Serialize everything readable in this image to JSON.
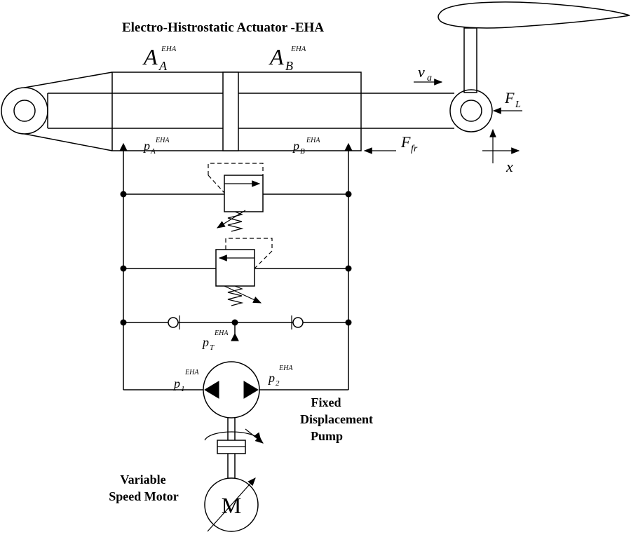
{
  "title": "Electro-Histrostatic Actuator -EHA",
  "labels": {
    "area_a": "A",
    "area_a_sub": "A",
    "area_a_sup": "EHA",
    "area_b": "A",
    "area_b_sub": "B",
    "area_b_sup": "EHA",
    "pressure_a": "p",
    "pressure_a_sub": "A",
    "pressure_a_sup": "EHA",
    "pressure_b": "p",
    "pressure_b_sub": "B",
    "pressure_b_sup": "EHA",
    "pressure_t": "p",
    "pressure_t_sub": "T",
    "pressure_t_sup": "EHA",
    "pressure_1": "p",
    "pressure_1_sub": "1",
    "pressure_1_sup": "EHA",
    "pressure_2": "p",
    "pressure_2_sub": "2",
    "pressure_2_sup": "EHA",
    "velocity": "v",
    "velocity_sub": "a",
    "force_load": "F",
    "force_load_sub": "L",
    "force_friction": "F",
    "force_friction_sub": "fr",
    "axis_x": "x"
  },
  "pump": {
    "line1": "Fixed",
    "line2": "Displacement",
    "line3": "Pump"
  },
  "motor": {
    "line1": "Variable",
    "line2": "Speed Motor",
    "symbol": "M"
  }
}
